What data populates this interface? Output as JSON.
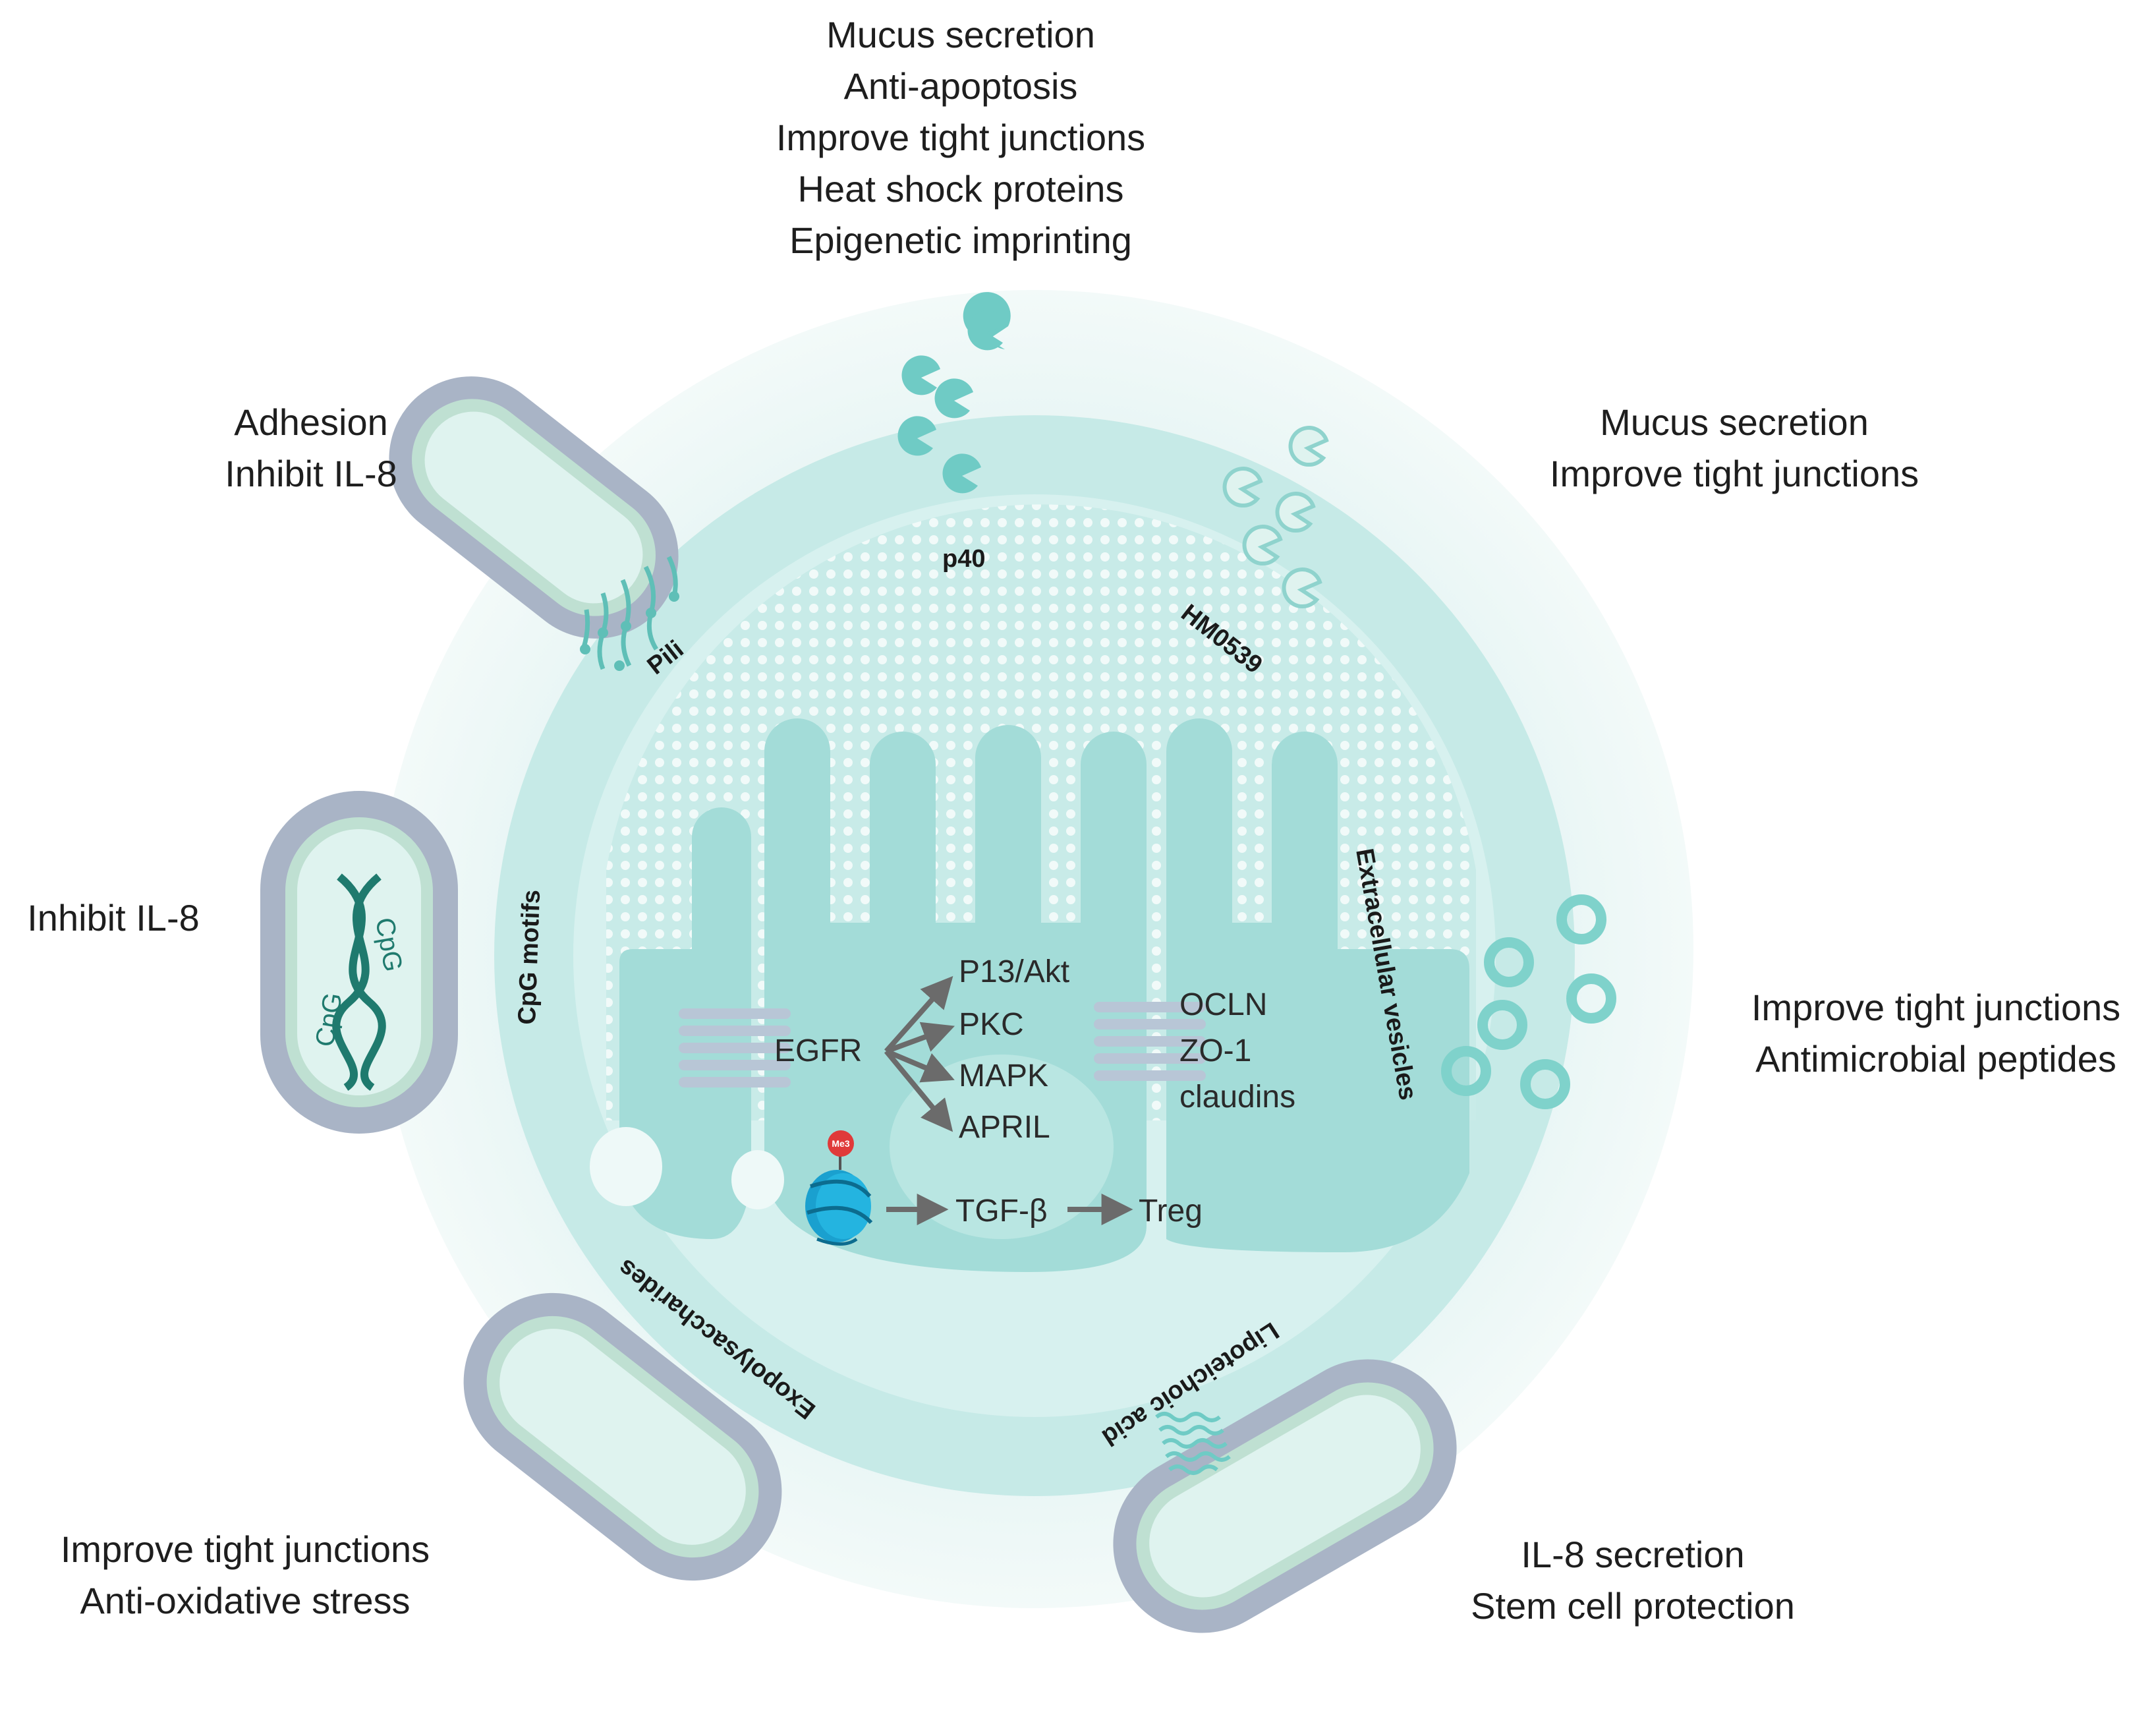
{
  "labels": {
    "top": [
      "Mucus secretion",
      "Anti-apoptosis",
      "Improve tight junctions",
      "Heat shock proteins",
      "Epigenetic imprinting"
    ],
    "top_right": [
      "Mucus secretion",
      "Improve tight junctions"
    ],
    "top_left": [
      "Adhesion",
      "Inhibit IL-8"
    ],
    "left": [
      "Inhibit IL-8"
    ],
    "right": [
      "Improve tight junctions",
      "Antimicrobial peptides"
    ],
    "bottom_left": [
      "Improve tight junctions",
      "Anti-oxidative stress"
    ],
    "bottom_right": [
      "IL-8 secretion",
      "Stem cell protection"
    ]
  },
  "ring": {
    "p40": "p40",
    "hm0539": "HM0539",
    "pili": "Pili",
    "cpg_motifs": "CpG motifs",
    "extracellular_vesicles": "Extracellular vesicles",
    "exopolysaccharides": "Exopolysaccharides",
    "lipoteichoic_acid": "Lipoteichoic acid"
  },
  "cell": {
    "receptor": "EGFR",
    "pathways": [
      "P13/Akt",
      "PKC",
      "MAPK",
      "APRIL"
    ],
    "junction_proteins": [
      "OCLN",
      "ZO-1",
      "claudins"
    ],
    "epigenetic_mark": "Me3",
    "tgf": "TGF-β",
    "treg": "Treg"
  },
  "dna_label": "CpG",
  "colors": {
    "outer_halo": "#e7f5f4",
    "ring": "#c9ebe9",
    "cell": "#a9dedb",
    "teal": "#6fcbc5",
    "dark_teal": "#1f7a6e",
    "bacterium_outer": "#a9b4c6",
    "bacterium_mid": "#bfe0d2",
    "bacterium_inner": "#dff3ef",
    "arrow": "#6b6b6b",
    "histone": "#1aa0cf",
    "methyl": "#e03a3a"
  }
}
